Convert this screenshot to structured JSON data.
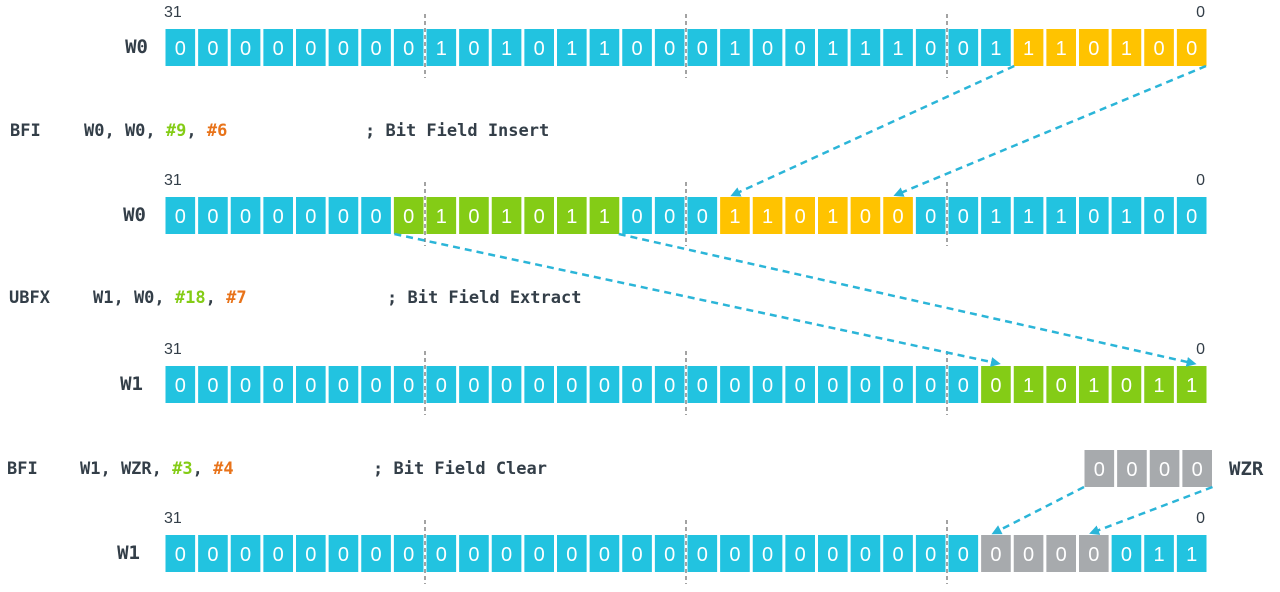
{
  "colors": {
    "blue": "#22C3E0",
    "yellow": "#FFC300",
    "green": "#84CC16",
    "gray": "#A7AAAD",
    "text_dark": "#333E48",
    "imm_green": "#84CC16",
    "imm_orange": "#E8731A",
    "arrow": "#2BB5D8",
    "divider": "#666666"
  },
  "registers": [
    {
      "name": "W0",
      "hi_label": "31",
      "lo_label": "0",
      "bits": [
        "0",
        "0",
        "0",
        "0",
        "0",
        "0",
        "0",
        "0",
        "0",
        "1",
        "0",
        "1",
        "0",
        "1",
        "1",
        "0",
        "0",
        "0",
        "1",
        "0",
        "0",
        "1",
        "1",
        "1",
        "0",
        "0",
        "1",
        "1",
        "1",
        "0",
        "1",
        "0",
        "0"
      ],
      "highlights": [
        {
          "from_bit": 0,
          "to_bit": 5,
          "color": "yellow"
        }
      ]
    },
    {
      "name": "W0",
      "hi_label": "31",
      "lo_label": "0",
      "bits": [
        "0",
        "0",
        "0",
        "0",
        "0",
        "0",
        "0",
        "0",
        "1",
        "0",
        "1",
        "0",
        "1",
        "1",
        "0",
        "0",
        "0",
        "1",
        "1",
        "0",
        "1",
        "0",
        "0",
        "0",
        "0",
        "1",
        "1",
        "1",
        "0",
        "1",
        "0",
        "0"
      ],
      "highlights": [
        {
          "from_bit": 18,
          "to_bit": 24,
          "color": "green"
        },
        {
          "from_bit": 9,
          "to_bit": 14,
          "color": "yellow"
        }
      ]
    },
    {
      "name": "W1",
      "hi_label": "31",
      "lo_label": "0",
      "bits": [
        "0",
        "0",
        "0",
        "0",
        "0",
        "0",
        "0",
        "0",
        "0",
        "0",
        "0",
        "0",
        "0",
        "0",
        "0",
        "0",
        "0",
        "0",
        "0",
        "0",
        "0",
        "0",
        "0",
        "0",
        "0",
        "0",
        "1",
        "0",
        "1",
        "0",
        "1",
        "1"
      ],
      "highlights": [
        {
          "from_bit": 0,
          "to_bit": 6,
          "color": "green"
        }
      ]
    },
    {
      "name": "W1",
      "hi_label": "31",
      "lo_label": "0",
      "bits": [
        "0",
        "0",
        "0",
        "0",
        "0",
        "0",
        "0",
        "0",
        "0",
        "0",
        "0",
        "0",
        "0",
        "0",
        "0",
        "0",
        "0",
        "0",
        "0",
        "0",
        "0",
        "0",
        "0",
        "0",
        "0",
        "0",
        "0",
        "0",
        "0",
        "0",
        "1",
        "1"
      ],
      "highlights": [
        {
          "from_bit": 3,
          "to_bit": 6,
          "color": "gray"
        }
      ]
    }
  ],
  "instructions": [
    {
      "mnemonic": "BFI",
      "operands": "W0, W0, ",
      "imm1": "#9",
      "sep": ", ",
      "imm2": "#6",
      "comment": "; Bit Field Insert"
    },
    {
      "mnemonic": "UBFX",
      "operands": "W1, W0, ",
      "imm1": "#18",
      "sep": ", ",
      "imm2": "#7",
      "comment": "; Bit Field Extract"
    },
    {
      "mnemonic": "BFI",
      "operands": "W1, WZR, ",
      "imm1": "#3",
      "sep": ", ",
      "imm2": "#4",
      "comment": "; Bit Field Clear"
    }
  ],
  "wzr": {
    "label": "WZR",
    "bits": [
      "0",
      "0",
      "0",
      "0"
    ]
  },
  "arrows": [
    {
      "from_reg": 0,
      "from_edge": "left",
      "from_bit": 5,
      "to_reg": 1,
      "to_bit": 14
    },
    {
      "from_reg": 0,
      "from_edge": "right",
      "from_bit": 0,
      "to_reg": 1,
      "to_bit": 9
    },
    {
      "from_reg": 1,
      "from_edge": "left",
      "from_bit": 24,
      "to_reg": 2,
      "to_bit": 6
    },
    {
      "from_reg": 1,
      "from_edge": "right",
      "from_bit": 18,
      "to_reg": 2,
      "to_bit": 0
    },
    {
      "from_reg": "wzr",
      "from_edge": "left",
      "to_reg": 3,
      "to_bit": 6
    },
    {
      "from_reg": "wzr",
      "from_edge": "right",
      "to_reg": 3,
      "to_bit": 3
    }
  ]
}
